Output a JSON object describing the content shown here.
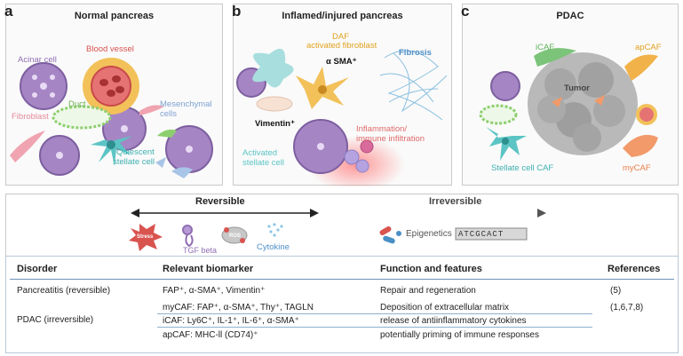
{
  "panels": {
    "a": {
      "letter": "a",
      "title": "Normal pancreas",
      "labels": {
        "acinar": "Acinar cell",
        "vessel": "Blood vessel",
        "fibroblast": "Fibroblast",
        "duct": "Duct",
        "mes1": "Mesenchymal",
        "mes2": "cells",
        "qs1": "Quiescent",
        "qs2": "stellate cell"
      }
    },
    "b": {
      "letter": "b",
      "title": "Inflamed/injured pancreas",
      "labels": {
        "daf1": "DAF",
        "daf2": "activated fibroblast",
        "asma": "α SMA⁺",
        "fibrosis": "Fibrosis",
        "vimentin": "Vimentin⁺",
        "infl1": "Inflammation/",
        "infl2": "immune infiltration",
        "act1": "Activated",
        "act2": "stellate cell"
      }
    },
    "c": {
      "letter": "c",
      "title": "PDAC",
      "labels": {
        "icaf": "iCAF",
        "apcaf": "apCAF",
        "tumor": "Tumor",
        "mycaf": "myCAF",
        "stellate": "Stellate cell CAF"
      }
    }
  },
  "transition": {
    "reversible": "Reversible",
    "irreversible": "Irreversible",
    "stress": "Stress",
    "tgf": "TGF beta",
    "ros": "ROS",
    "cytokine": "Cytokine",
    "epigenetics": "Epigenetics",
    "seq": "ATCGCACT"
  },
  "table": {
    "headers": {
      "disorder": "Disorder",
      "biomarker": "Relevant biomarker",
      "function": "Function and features",
      "refs": "References"
    },
    "rows": [
      {
        "disorder": "Pancreatitis (reversible)",
        "biomarker": "FAP⁺, α-SMA⁺, Vimentin⁺",
        "function": "Repair and regeneration",
        "refs": "(5)"
      },
      {
        "disorder": "PDAC (irreversible)",
        "refs": "(1,6,7,8)",
        "sub": [
          {
            "biomarker": "myCAF: FAP⁺, α-SMA⁺, Thy⁺, TAGLN",
            "function": "Deposition of extracellular matrix"
          },
          {
            "biomarker": "iCAF: Ly6C⁺, IL-1⁺, IL-6⁺, α-SMA⁺",
            "function": "release of antiinflammatory cytokines"
          },
          {
            "biomarker": "apCAF: MHC-ll (CD74)⁺",
            "function": "potentially priming of immune responses"
          }
        ]
      }
    ]
  },
  "colors": {
    "acinar": "#a685c4",
    "vessel": "#d9534f",
    "fibroblast": "#f0a3b0",
    "duct": "#8dcf6e",
    "mesenchymal": "#a8c4e6",
    "stellate": "#5cc4c4",
    "daf": "#f2c15a",
    "tumor": "#9a9a9a",
    "icaf": "#7cc47a",
    "apcaf": "#f2b24a",
    "mycaf": "#f29a6a",
    "rule": "#6d94b8"
  }
}
